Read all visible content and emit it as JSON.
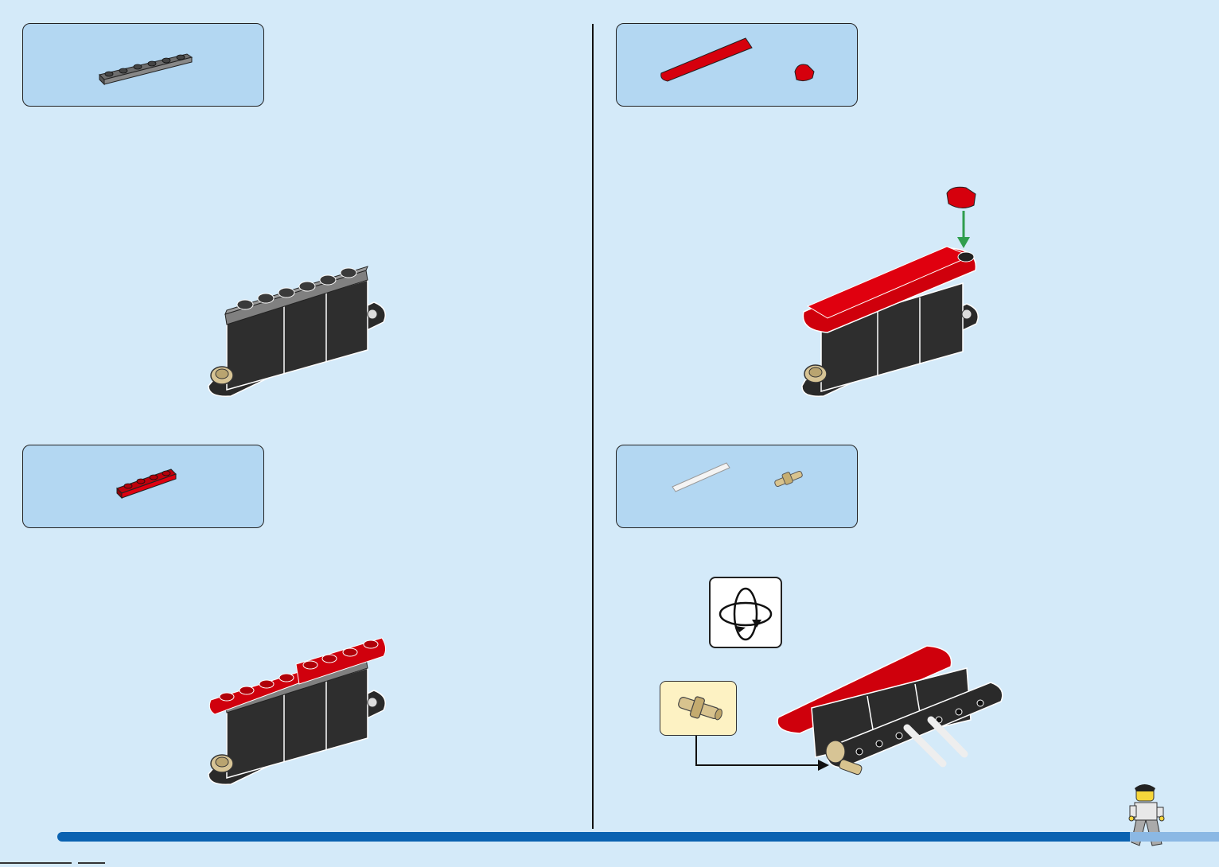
{
  "page": {
    "background": "#d4eaf9",
    "accent_bar_color": "#0a62b1",
    "parts_box_color": "#b3d7f2",
    "callout_box_color": "#fdf2c3"
  },
  "steps": [
    {
      "name": "step-1",
      "parts": [
        "dark-gray-plate-1x6"
      ]
    },
    {
      "name": "step-2",
      "parts": [
        "red-plate-1x4"
      ]
    },
    {
      "name": "step-3",
      "parts": [
        "red-curved-slope",
        "red-tile-round"
      ]
    },
    {
      "name": "step-4",
      "parts": [
        "white-axle",
        "tan-pin-with-bush"
      ]
    }
  ],
  "icons": {
    "rotate": "rotate-model-icon",
    "callout": "tan-pin-callout",
    "minifigure": "walking-minifigure-icon"
  }
}
